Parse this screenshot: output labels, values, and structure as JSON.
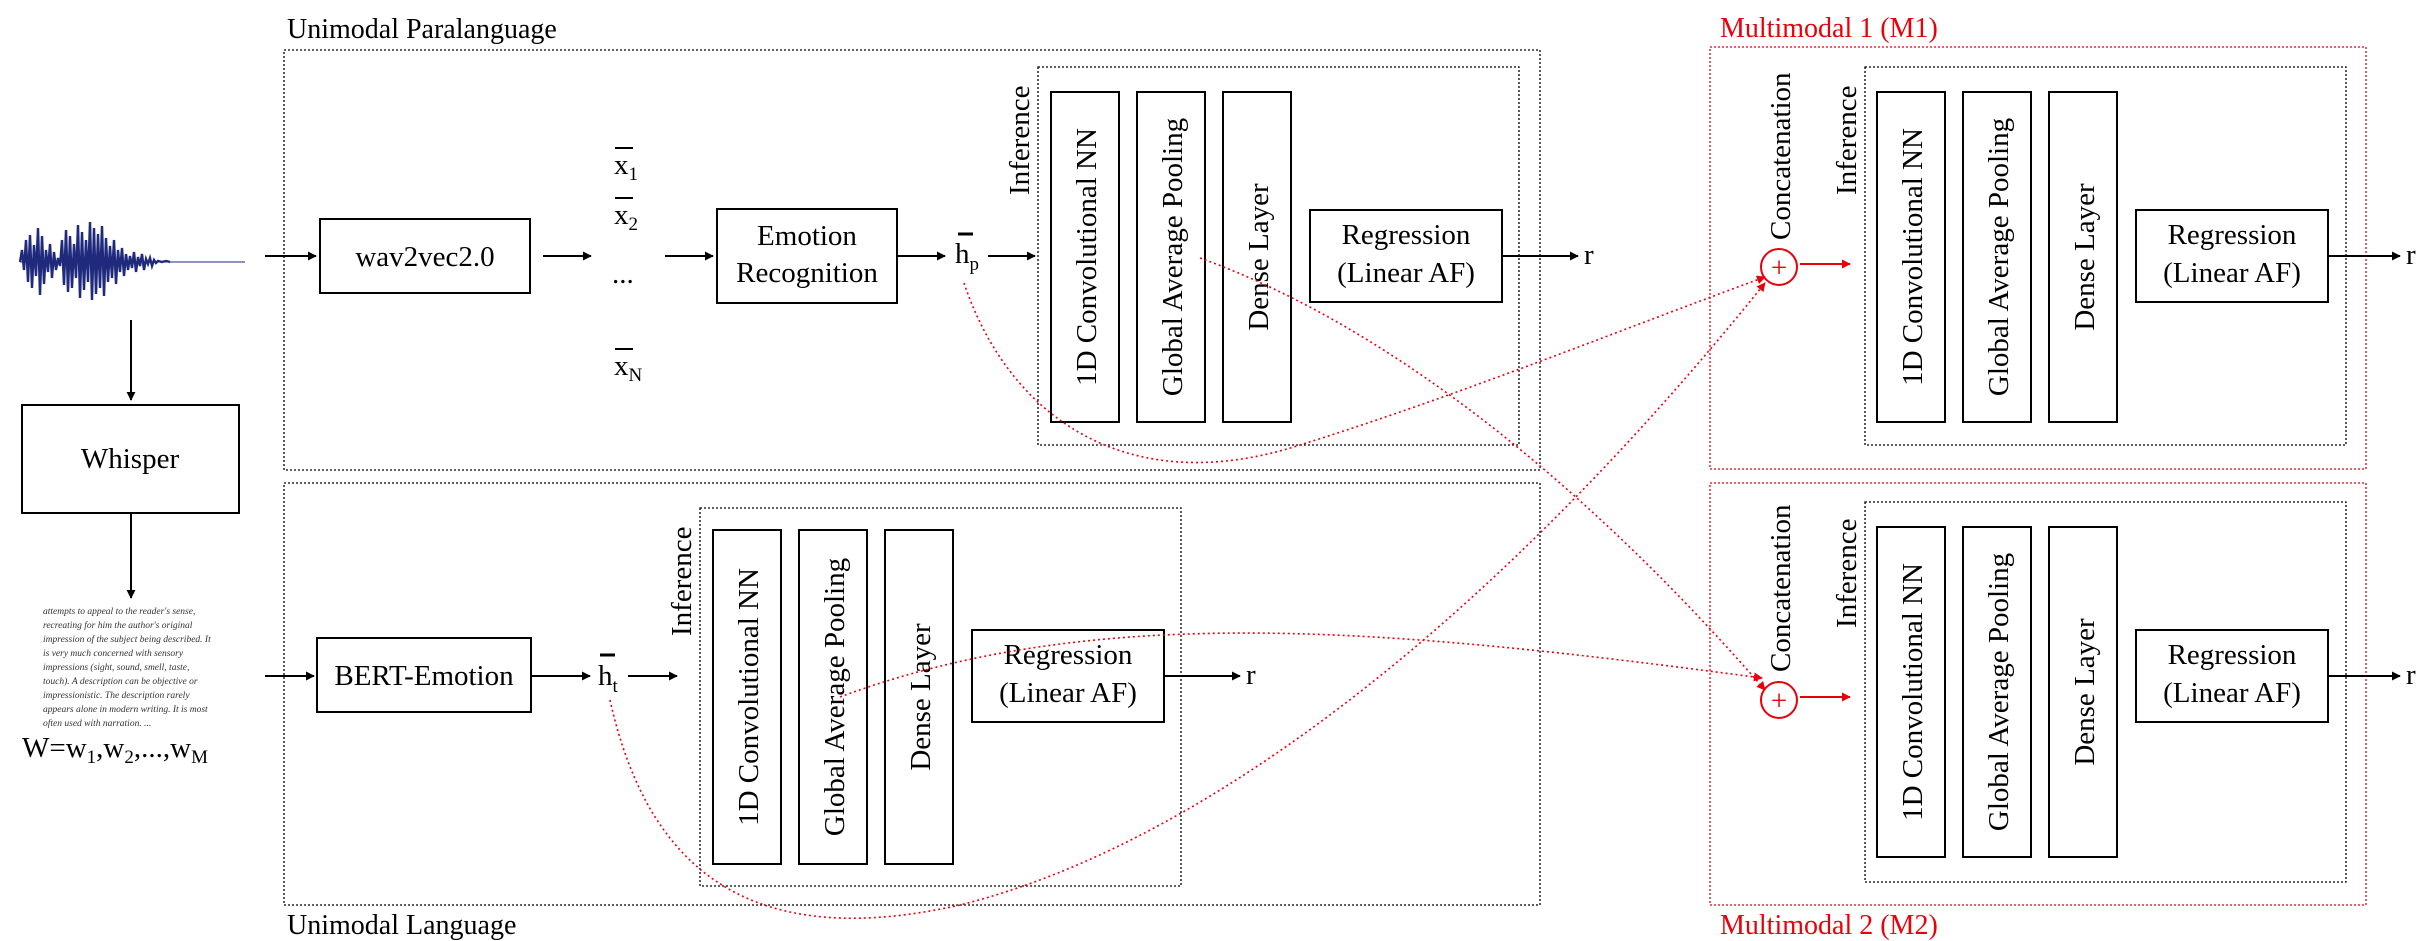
{
  "sections": {
    "unimodal_para": "Unimodal Paralanguage",
    "unimodal_lang": "Unimodal Language",
    "m1": "Multimodal 1 (M1)",
    "m2": "Multimodal 2 (M2)"
  },
  "modules": {
    "wav2vec": "wav2vec2.0",
    "whisper": "Whisper",
    "bert": "BERT-Emotion",
    "emotion_line1": "Emotion",
    "emotion_line2": "Recognition"
  },
  "inference": {
    "label": "Inference",
    "conv": "1D Convolutional NN",
    "gap": "Global Average Pooling",
    "dense": "Dense Layer",
    "regression_line1": "Regression",
    "regression_line2": "(Linear AF)"
  },
  "concatenation": "Concatenation",
  "plus": "+",
  "output_r": "r",
  "vectors": {
    "x": "x",
    "sub1": "1",
    "sub2": "2",
    "subN": "N",
    "dots": "...",
    "h": "h",
    "sub_p": "p",
    "sub_t": "t"
  },
  "transcript": {
    "lines": [
      "attempts to appeal to the reader's sense,",
      "recreating for him the author's original",
      "impression of the subject being described. It",
      "is very much concerned with sensory",
      "impressions (sight, sound, smell, taste,",
      "touch). A description can be objective or",
      "impressionistic. The description rarely",
      "appears alone in modern writing. It is most",
      "often used with narration. ..."
    ],
    "w_prefix": "W=w",
    "w1": "1",
    "comma1": ",w",
    "w2": "2",
    "w_mid": ",...,w",
    "wM": "M"
  },
  "colors": {
    "red": "#e8000b",
    "wave": "#1f2a7c",
    "black": "#000000"
  }
}
